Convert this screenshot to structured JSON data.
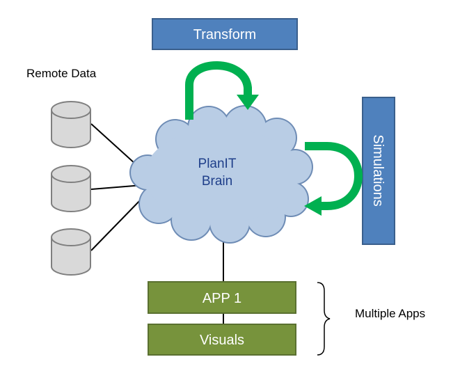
{
  "colors": {
    "blue_box": "#4f81bd",
    "blue_border": "#3a5f8c",
    "green_box": "#77933c",
    "green_border": "#5a7030",
    "cloud_fill": "#b9cde5",
    "cloud_border": "#6e8cb5",
    "arrow": "#00b050",
    "db_fill": "#d9d9d9",
    "db_border": "#7f7f7f",
    "line": "#000000"
  },
  "nodes": {
    "transform": {
      "label": "Transform"
    },
    "simulations": {
      "label": "Simulations"
    },
    "brain": {
      "line1": "PlanIT",
      "line2": "Brain"
    },
    "app1": {
      "label": "APP 1"
    },
    "visuals": {
      "label": "Visuals"
    }
  },
  "labels": {
    "remote_data": "Remote Data",
    "multiple_apps": "Multiple Apps"
  },
  "databases": [
    {
      "icon": "database-icon"
    },
    {
      "icon": "database-icon"
    },
    {
      "icon": "database-icon"
    }
  ]
}
